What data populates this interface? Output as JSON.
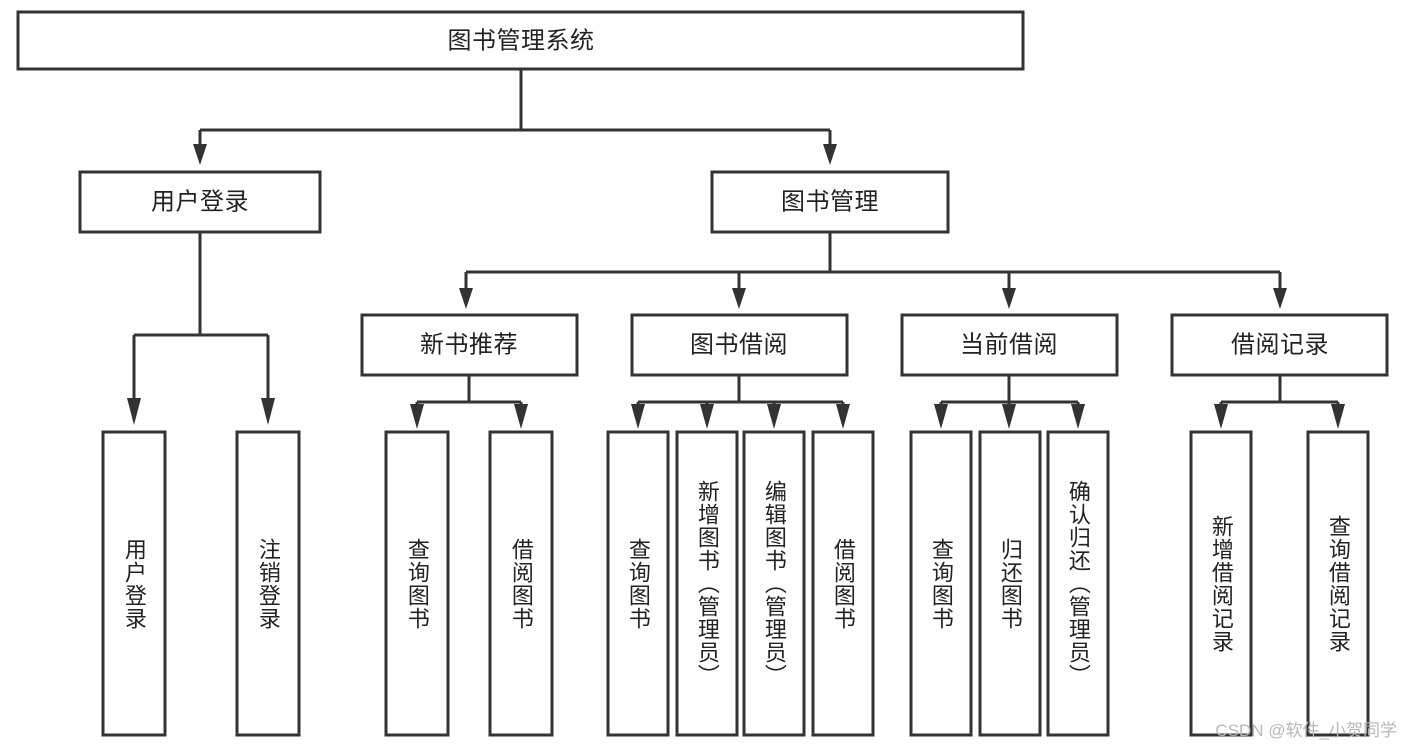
{
  "diagram": {
    "type": "hierarchy-tree",
    "title": "图书管理系统",
    "background_color": "#ffffff",
    "line_color": "#333333",
    "text_color": "#222222",
    "root": {
      "id": "root",
      "label": "图书管理系统",
      "orientation": "horizontal"
    },
    "level2": [
      {
        "id": "user-login",
        "label": "用户登录",
        "orientation": "horizontal"
      },
      {
        "id": "book-manage",
        "label": "图书管理",
        "orientation": "horizontal"
      }
    ],
    "level3": [
      {
        "id": "new-book-recommend",
        "label": "新书推荐",
        "orientation": "horizontal",
        "parent": "book-manage"
      },
      {
        "id": "book-borrow",
        "label": "图书借阅",
        "orientation": "horizontal",
        "parent": "book-manage"
      },
      {
        "id": "current-borrow",
        "label": "当前借阅",
        "orientation": "horizontal",
        "parent": "book-manage"
      },
      {
        "id": "borrow-record",
        "label": "借阅记录",
        "orientation": "horizontal",
        "parent": "book-manage"
      }
    ],
    "leaves": [
      {
        "id": "leaf-user-login",
        "label": "用户登录",
        "orientation": "vertical",
        "parent": "user-login"
      },
      {
        "id": "leaf-logout",
        "label": "注销登录",
        "orientation": "vertical",
        "parent": "user-login"
      },
      {
        "id": "leaf-query-book-1",
        "label": "查询图书",
        "orientation": "vertical",
        "parent": "new-book-recommend"
      },
      {
        "id": "leaf-borrow-book-1",
        "label": "借阅图书",
        "orientation": "vertical",
        "parent": "new-book-recommend"
      },
      {
        "id": "leaf-query-book-2",
        "label": "查询图书",
        "orientation": "vertical",
        "parent": "book-borrow"
      },
      {
        "id": "leaf-add-book",
        "label": "新增图书（管理员）",
        "orientation": "vertical",
        "parent": "book-borrow"
      },
      {
        "id": "leaf-edit-book",
        "label": "编辑图书（管理员）",
        "orientation": "vertical",
        "parent": "book-borrow"
      },
      {
        "id": "leaf-borrow-book-2",
        "label": "借阅图书",
        "orientation": "vertical",
        "parent": "book-borrow"
      },
      {
        "id": "leaf-query-book-3",
        "label": "查询图书",
        "orientation": "vertical",
        "parent": "current-borrow"
      },
      {
        "id": "leaf-return-book",
        "label": "归还图书",
        "orientation": "vertical",
        "parent": "current-borrow"
      },
      {
        "id": "leaf-confirm-return",
        "label": "确认归还（管理员）",
        "orientation": "vertical",
        "parent": "current-borrow"
      },
      {
        "id": "leaf-add-record",
        "label": "新增借阅记录",
        "orientation": "vertical",
        "parent": "borrow-record"
      },
      {
        "id": "leaf-query-record",
        "label": "查询借阅记录",
        "orientation": "vertical",
        "parent": "borrow-record"
      }
    ]
  },
  "watermark": {
    "text": "CSDN @软件_小贺同学"
  }
}
